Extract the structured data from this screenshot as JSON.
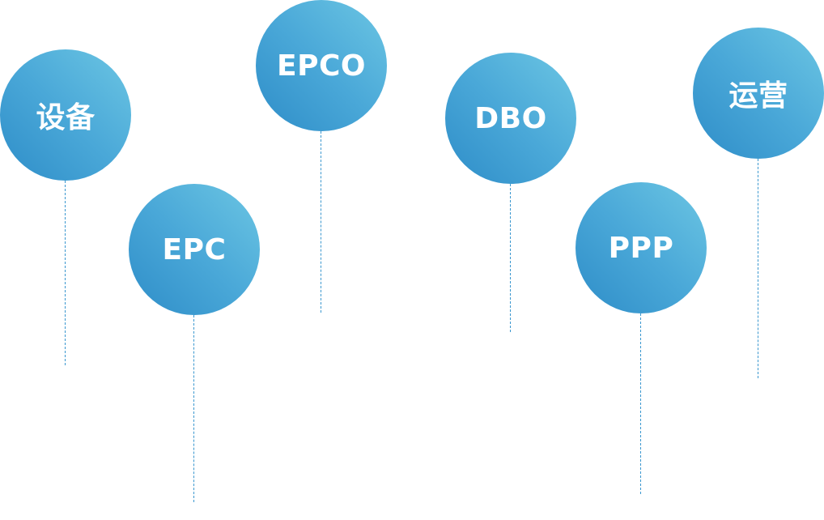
{
  "nodes": [
    {
      "id": "shebei",
      "label": "设备"
    },
    {
      "id": "epc",
      "label": "EPC"
    },
    {
      "id": "epco",
      "label": "EPCO"
    },
    {
      "id": "dbo",
      "label": "DBO"
    },
    {
      "id": "ppp",
      "label": "PPP"
    },
    {
      "id": "yunying",
      "label": "运营"
    }
  ]
}
